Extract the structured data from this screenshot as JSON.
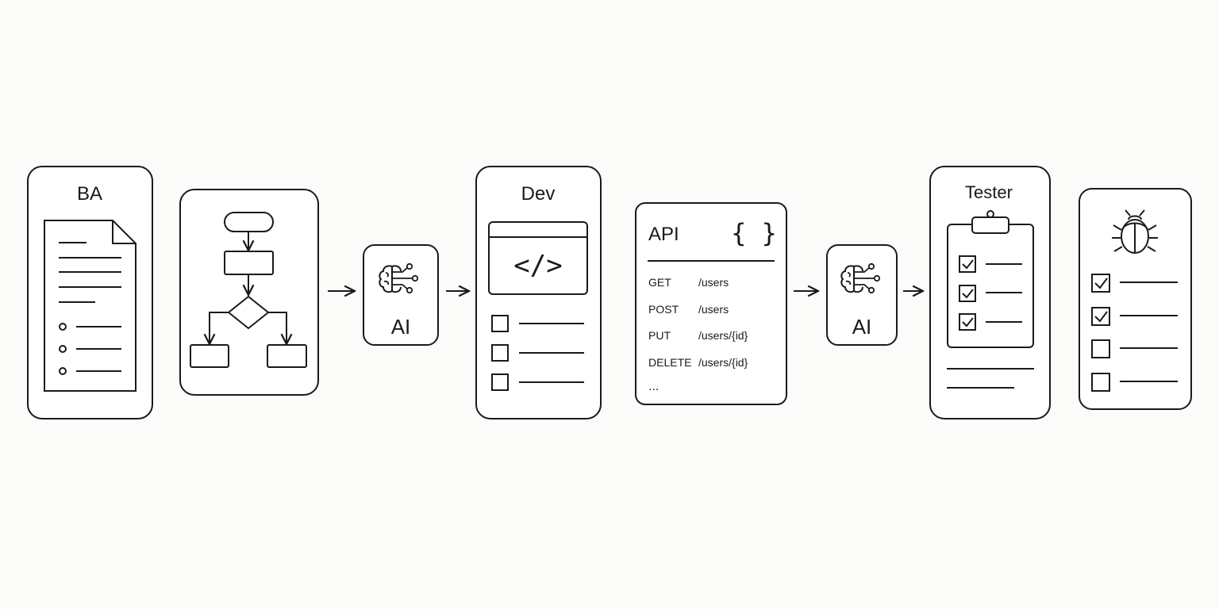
{
  "colors": {
    "ink": "#1a1a1a",
    "background": "#fbfbf9",
    "panel": "#ffffff"
  },
  "ba_card": {
    "title": "BA",
    "icon": "document-icon"
  },
  "flowchart_card": {
    "icon": "flowchart-icon"
  },
  "ai_step_1": {
    "label": "AI",
    "icon": "brain-circuit-icon"
  },
  "dev_card": {
    "title": "Dev",
    "code_glyph": "</>",
    "icon": "code-window-icon"
  },
  "api_card": {
    "title": "API",
    "brace_glyph": "{ }",
    "endpoints": [
      {
        "method": "GET",
        "path": "/users"
      },
      {
        "method": "POST",
        "path": "/users"
      },
      {
        "method": "PUT",
        "path": "/users/{id}"
      },
      {
        "method": "DELETE",
        "path": "/users/{id}"
      }
    ],
    "more": "..."
  },
  "ai_step_2": {
    "label": "AI",
    "icon": "brain-circuit-icon"
  },
  "tester_card": {
    "title": "Tester",
    "icon": "clipboard-checklist-icon",
    "checked": [
      true,
      true,
      true
    ]
  },
  "bug_card": {
    "icon": "bug-icon",
    "checked": [
      true,
      true,
      false,
      false
    ]
  },
  "connectors": [
    "arrow-icon",
    "arrow-icon",
    "arrow-icon",
    "arrow-icon"
  ]
}
